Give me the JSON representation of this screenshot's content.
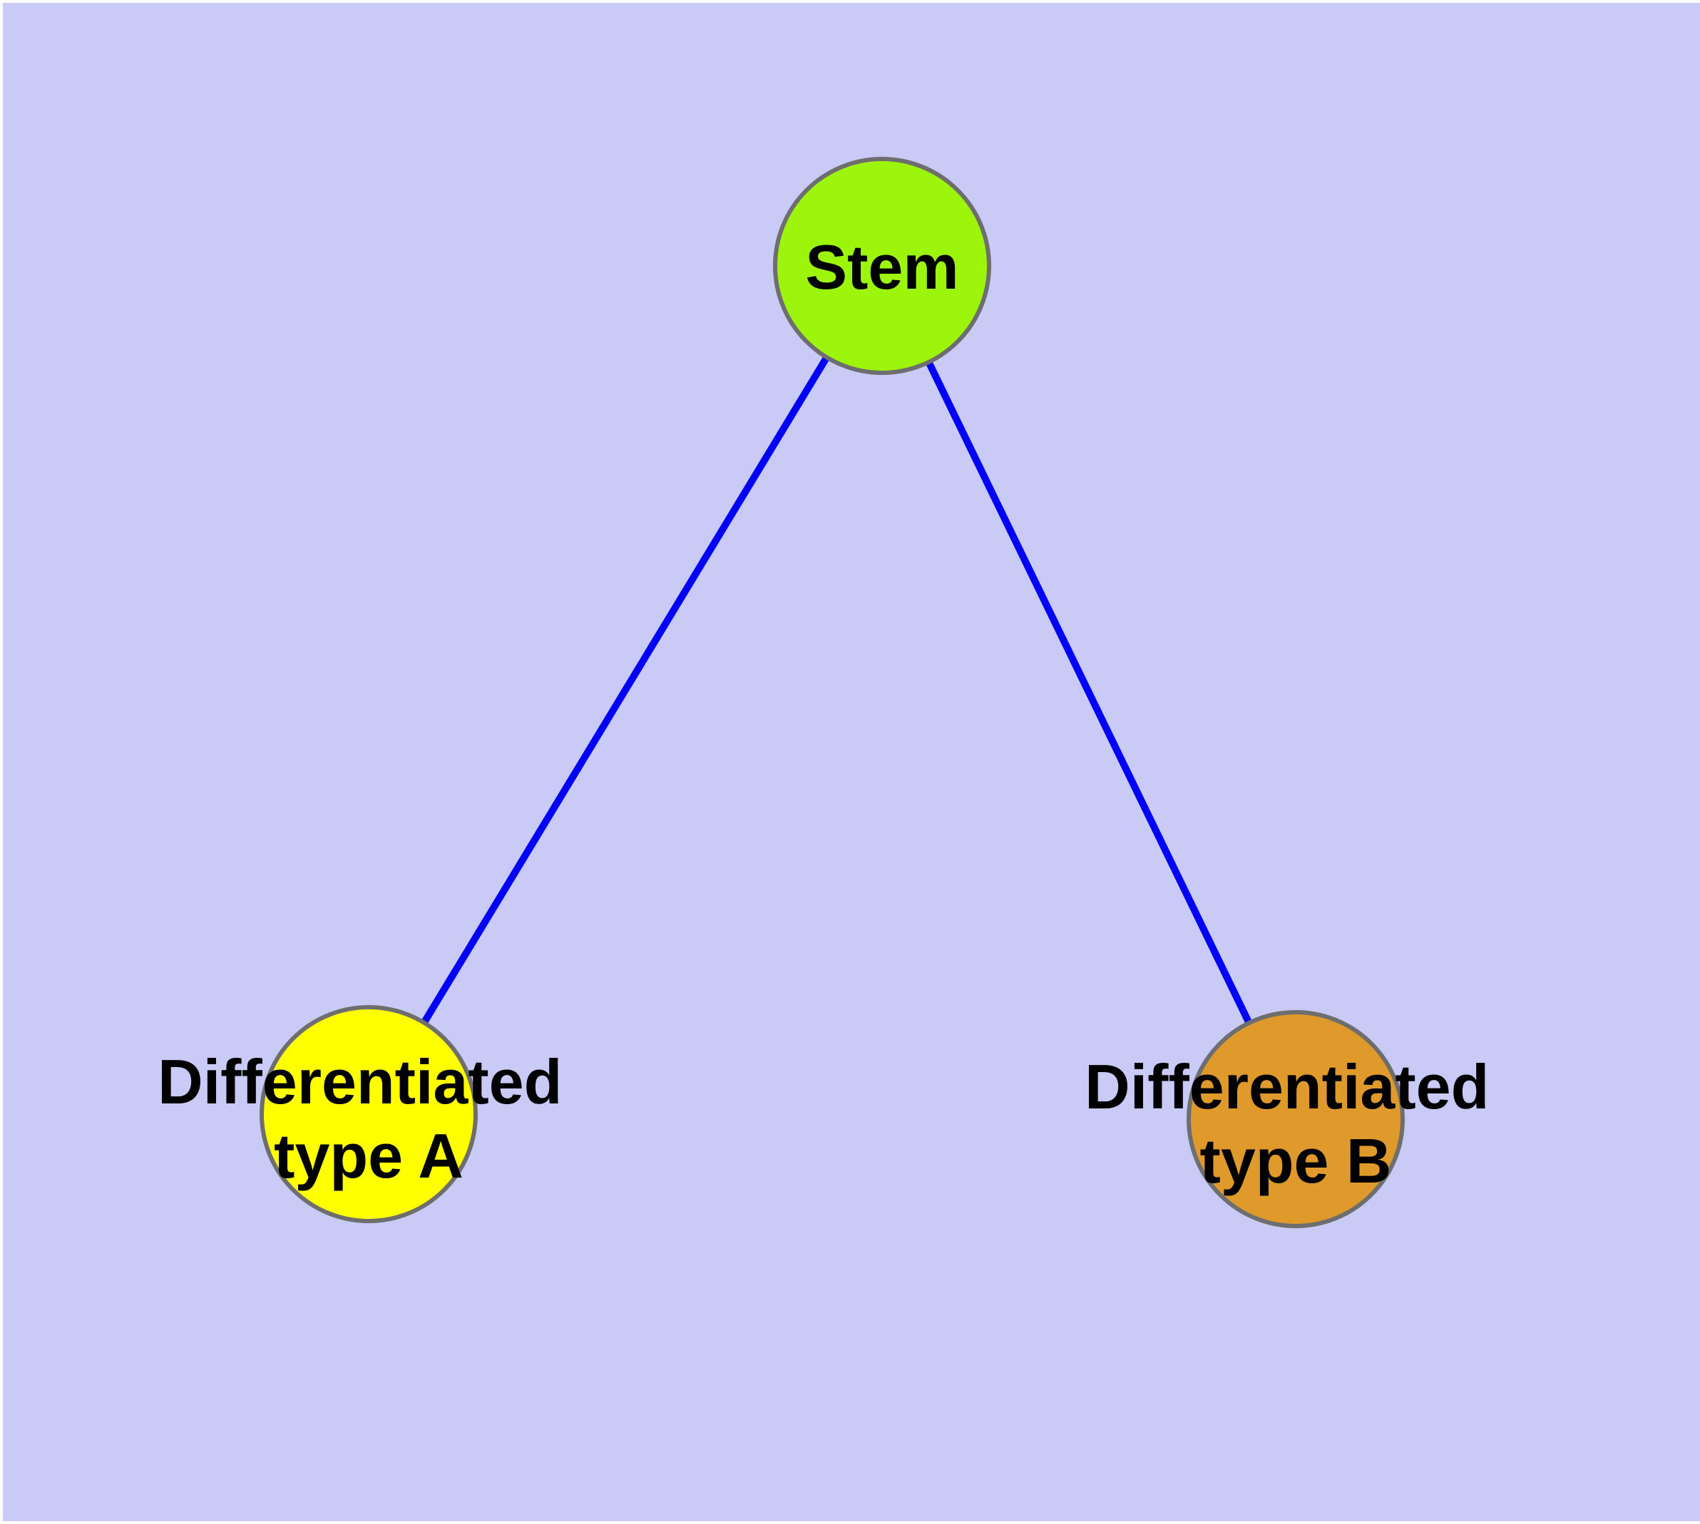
{
  "diagram": {
    "type": "node-link-graph",
    "frame_color": "#ffffff",
    "background_color": "#cacaf7",
    "edge_color": "#0000fa",
    "node_border_color": "#6e6e6e",
    "label_color": "#000000",
    "nodes": [
      {
        "id": "stem",
        "label": "Stem",
        "fill": "#9cf50a"
      },
      {
        "id": "differentiated-type-a",
        "label_line1": "Differentiated",
        "label_line2": "type A",
        "fill": "#ffff00"
      },
      {
        "id": "differentiated-type-b",
        "label_line1": "Differentiated",
        "label_line2": "type B",
        "fill": "#e0992b"
      }
    ],
    "edges": [
      {
        "from": "stem",
        "to": "differentiated-type-a"
      },
      {
        "from": "stem",
        "to": "differentiated-type-b"
      }
    ]
  }
}
